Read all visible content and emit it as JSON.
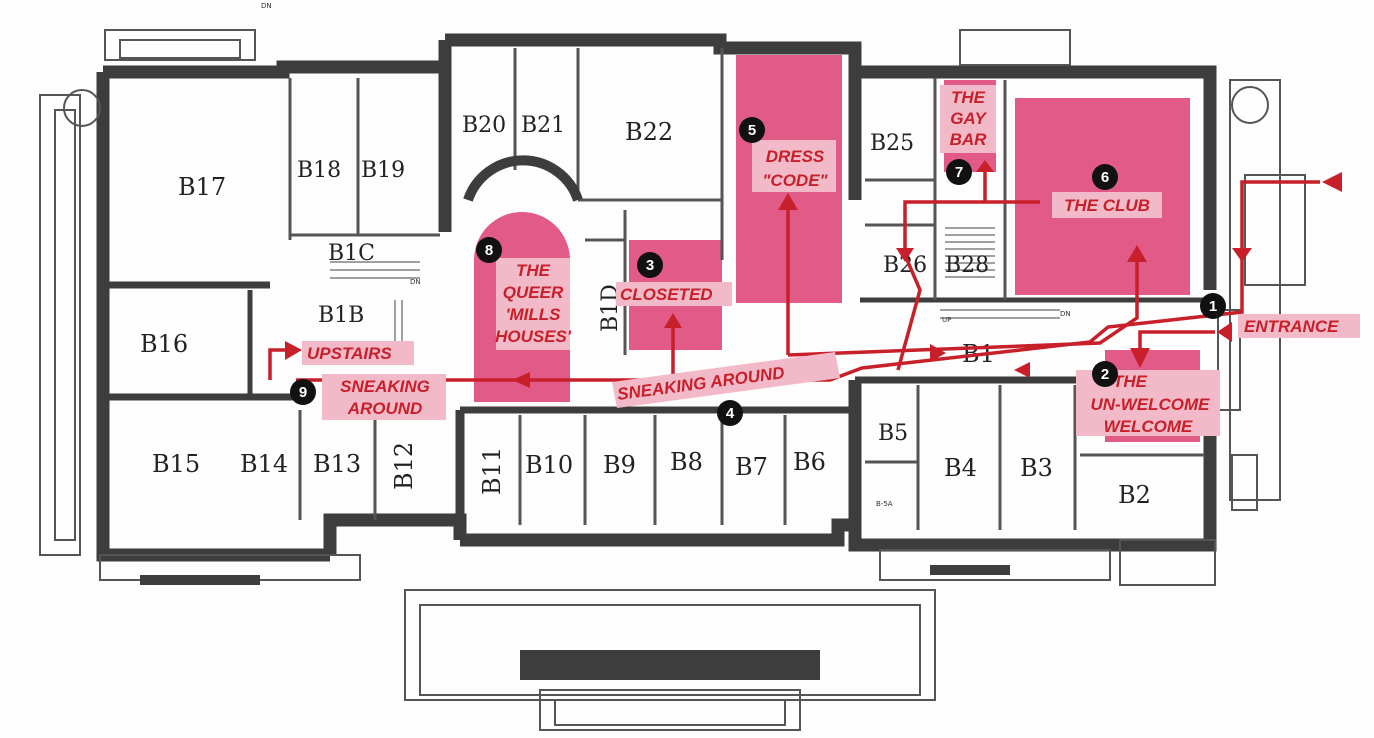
{
  "colors": {
    "wall": "#3d3d3d",
    "zone": "#e15a88",
    "labelBg": "#f2bac8",
    "labelText": "#c8202a",
    "path": "#c8202a",
    "marker": "#111111"
  },
  "rooms": {
    "b17": "B17",
    "b18": "B18",
    "b19": "B19",
    "b20": "B20",
    "b21": "B21",
    "b22": "B22",
    "b25": "B25",
    "b26": "B26",
    "b28": "B28",
    "b1c": "B1C",
    "b1b": "B1B",
    "b1d": "B1D",
    "b16": "B16",
    "b15": "B15",
    "b14": "B14",
    "b13": "B13",
    "b12": "B12",
    "b11": "B11",
    "b10": "B10",
    "b9": "B9",
    "b8": "B8",
    "b7": "B7",
    "b6": "B6",
    "b5": "B5",
    "b5a": "B-5A",
    "b4": "B4",
    "b3": "B3",
    "b2": "B2",
    "b1": "B1"
  },
  "small": {
    "dn1": "DN",
    "dn2": "DN",
    "dn3": "DN",
    "up": "UP"
  },
  "markers": [
    "1",
    "2",
    "3",
    "4",
    "5",
    "6",
    "7",
    "8",
    "9"
  ],
  "labels": {
    "entrance": "ENTRANCE",
    "unwelcome": [
      "THE",
      "UN-WELCOME",
      "WELCOME"
    ],
    "closeted": "CLOSETED",
    "sneaking1": "SNEAKING AROUND",
    "dress": [
      "DRESS",
      "\"CODE\""
    ],
    "club": "THE CLUB",
    "gaybar": [
      "THE",
      "GAY",
      "BAR"
    ],
    "queer": [
      "THE",
      "QUEER",
      "'MILLS",
      "HOUSES'"
    ],
    "upstairs": "UPSTAIRS",
    "sneaking2": [
      "SNEAKING",
      "AROUND"
    ]
  }
}
